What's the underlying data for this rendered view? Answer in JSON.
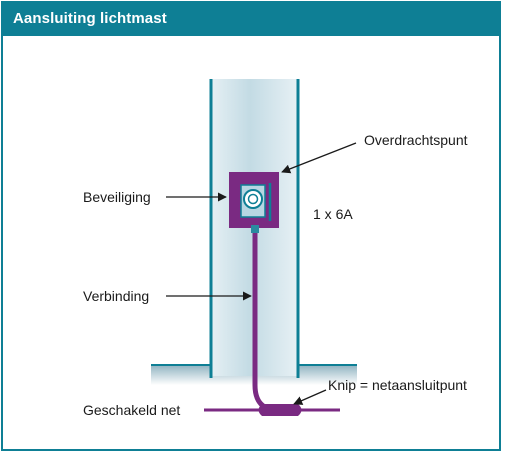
{
  "title": "Aansluiting lichtmast",
  "labels": {
    "overdrachtspunt": "Overdrachtspunt",
    "beveiliging": "Beveiliging",
    "rating": "1 x 6A",
    "verbinding": "Verbinding",
    "knip": "Knip = netaansluitpunt",
    "geschakeld_net": "Geschakeld net"
  },
  "colors": {
    "frame": "#0e7f95",
    "pole_edge": "#0e7f95",
    "pole_fill": "#c9dfe7",
    "ground": "#a9c5d0",
    "cable": "#7a2a82",
    "text": "#1a1a1a"
  }
}
